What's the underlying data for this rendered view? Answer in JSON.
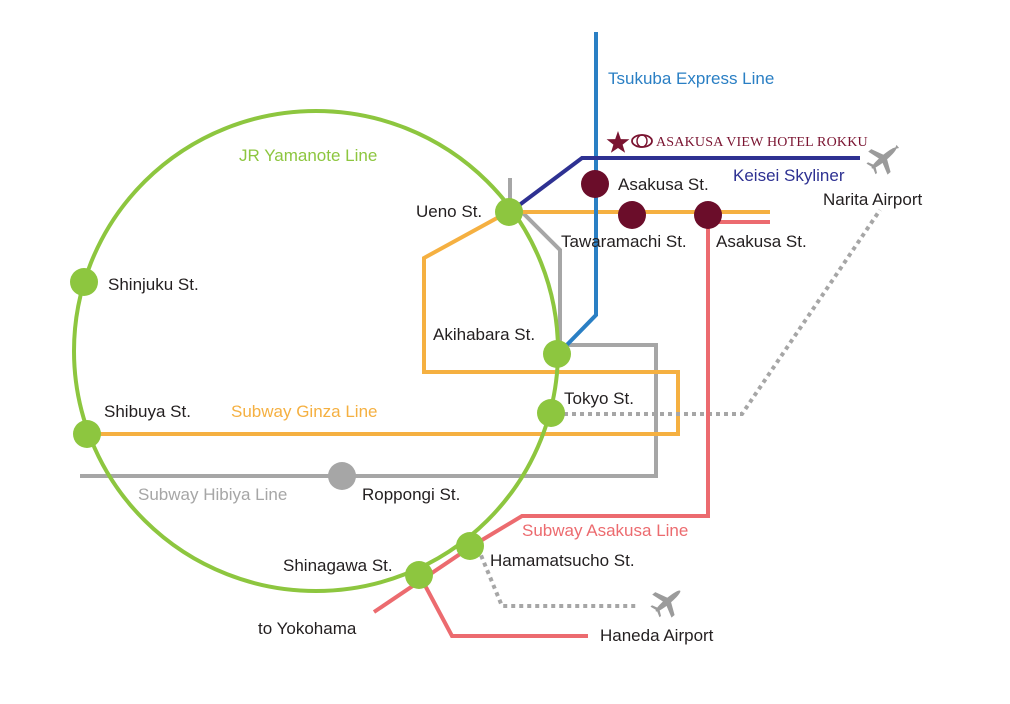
{
  "colors": {
    "yamanote": "#8dc63f",
    "ginza": "#f5b041",
    "hibiya": "#a6a6a6",
    "asakusa_line": "#ec6b6f",
    "tsukuba": "#2a7fc4",
    "keisei": "#2e3192",
    "hotel": "#7a1431",
    "station_green": "#8dc63f",
    "station_hotel": "#6b0d2a",
    "station_gray": "#a6a6a6",
    "airplane": "#9b9b9b",
    "text": "#231f20"
  },
  "icons": {
    "airplane": "airplane-icon",
    "hotel_star": "star-icon",
    "hotel_logo": "hotel-logo-icon"
  },
  "lines": {
    "yamanote": "JR Yamanote Line",
    "ginza": "Subway Ginza Line",
    "hibiya": "Subway Hibiya Line",
    "asakusa": "Subway Asakusa Line",
    "tsukuba": "Tsukuba Express Line",
    "keisei": "Keisei Skyliner"
  },
  "hotel": {
    "name": "ASAKUSA VIEW HOTEL ROKKU"
  },
  "stations": {
    "ueno": "Ueno St.",
    "shinjuku": "Shinjuku St.",
    "shibuya": "Shibuya St.",
    "akihabara": "Akihabara St.",
    "tokyo": "Tokyo St.",
    "roppongi": "Roppongi St.",
    "hamamatsucho": "Hamamatsucho St.",
    "shinagawa": "Shinagawa St.",
    "asakusa_tx": "Asakusa St.",
    "tawaramachi": "Tawaramachi St.",
    "asakusa_subway": "Asakusa St."
  },
  "destinations": {
    "narita": "Narita Airport",
    "haneda": "Haneda Airport",
    "yokohama": "to Yokohama"
  }
}
